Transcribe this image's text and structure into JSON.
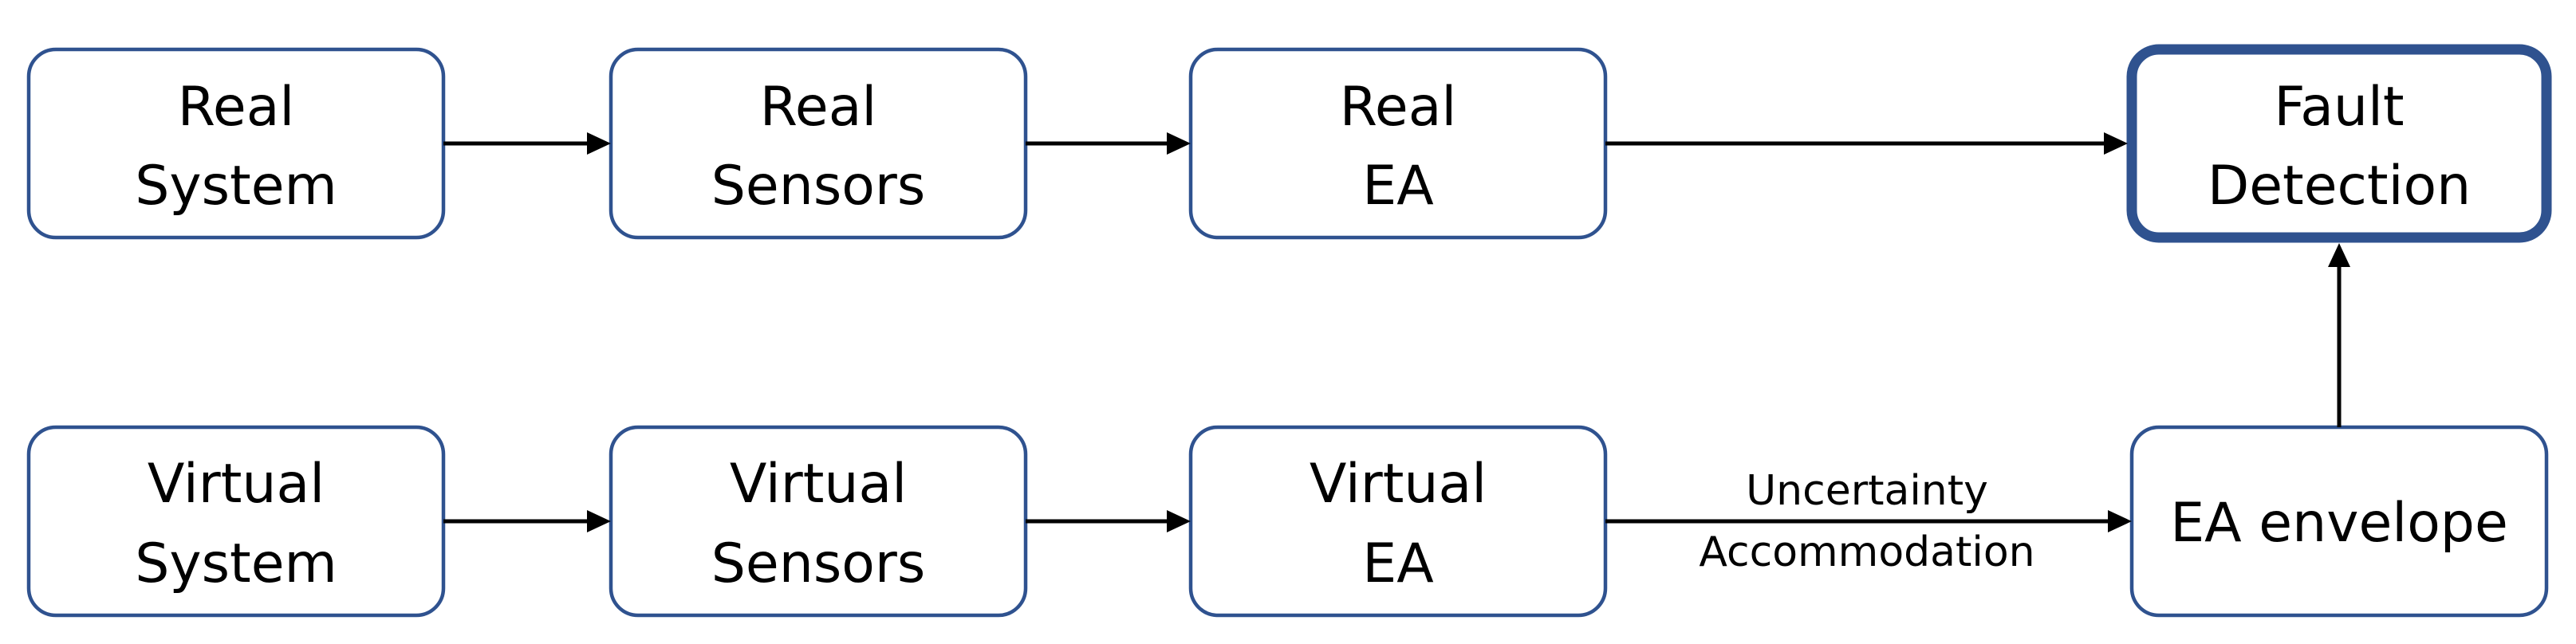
{
  "diagram": {
    "nodes": {
      "real_system": {
        "line1": "Real",
        "line2": "System"
      },
      "real_sensors": {
        "line1": "Real",
        "line2": "Sensors"
      },
      "real_ea": {
        "line1": "Real",
        "line2": "EA"
      },
      "fault_detection": {
        "line1": "Fault",
        "line2": "Detection"
      },
      "virtual_system": {
        "line1": "Virtual",
        "line2": "System"
      },
      "virtual_sensors": {
        "line1": "Virtual",
        "line2": "Sensors"
      },
      "virtual_ea": {
        "line1": "Virtual",
        "line2": "EA"
      },
      "ea_envelope": {
        "label": "EA envelope"
      }
    },
    "edges": {
      "uncertainty_label_line1": "Uncertainty",
      "uncertainty_label_line2": "Accommodation"
    },
    "colors": {
      "box_border": "#2f528f",
      "arrow": "#000000",
      "text": "#000000"
    }
  }
}
